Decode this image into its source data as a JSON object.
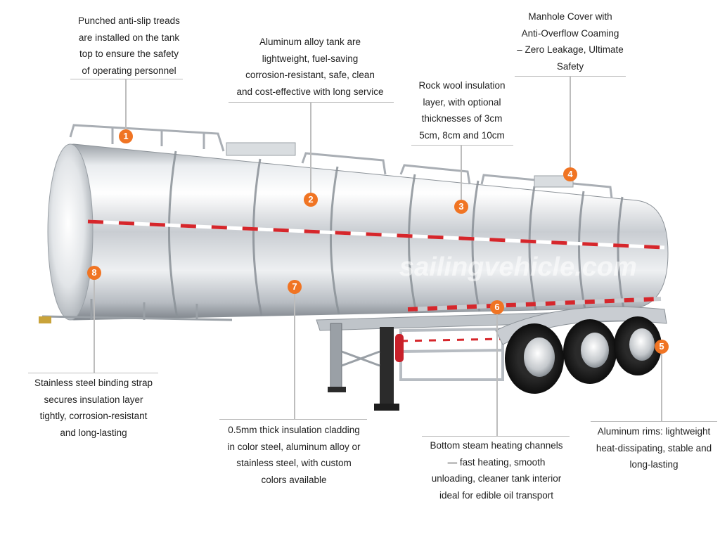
{
  "watermark": "sailingvehicle.com",
  "accent_color": "#f07423",
  "callouts": [
    {
      "number": "1",
      "lines": [
        "Punched anti-slip treads",
        "are installed on the tank",
        "top to ensure the safety",
        "of operating personnel"
      ]
    },
    {
      "number": "2",
      "lines": [
        "Aluminum alloy tank are",
        "lightweight, fuel-saving",
        "corrosion-resistant, safe, clean",
        "and cost-effective with long service"
      ]
    },
    {
      "number": "3",
      "lines": [
        "Rock wool insulation",
        "layer, with optional",
        "thicknesses of 3cm",
        "5cm, 8cm and 10cm"
      ]
    },
    {
      "number": "4",
      "lines": [
        "Manhole Cover with",
        "Anti-Overflow Coaming",
        "– Zero Leakage, Ultimate",
        "Safety"
      ]
    },
    {
      "number": "5",
      "lines": [
        "Aluminum rims: lightweight",
        "heat-dissipating, stable and",
        "long-lasting"
      ]
    },
    {
      "number": "6",
      "lines": [
        "Bottom steam heating channels",
        "— fast heating, smooth",
        "unloading, cleaner tank interior",
        "ideal for edible oil transport"
      ]
    },
    {
      "number": "7",
      "lines": [
        "0.5mm thick insulation cladding",
        "in color steel, aluminum alloy or",
        "stainless steel, with custom",
        "colors available"
      ]
    },
    {
      "number": "8",
      "lines": [
        "Stainless steel binding strap",
        "secures insulation layer",
        "tightly, corrosion-resistant",
        "and long-lasting"
      ]
    }
  ]
}
